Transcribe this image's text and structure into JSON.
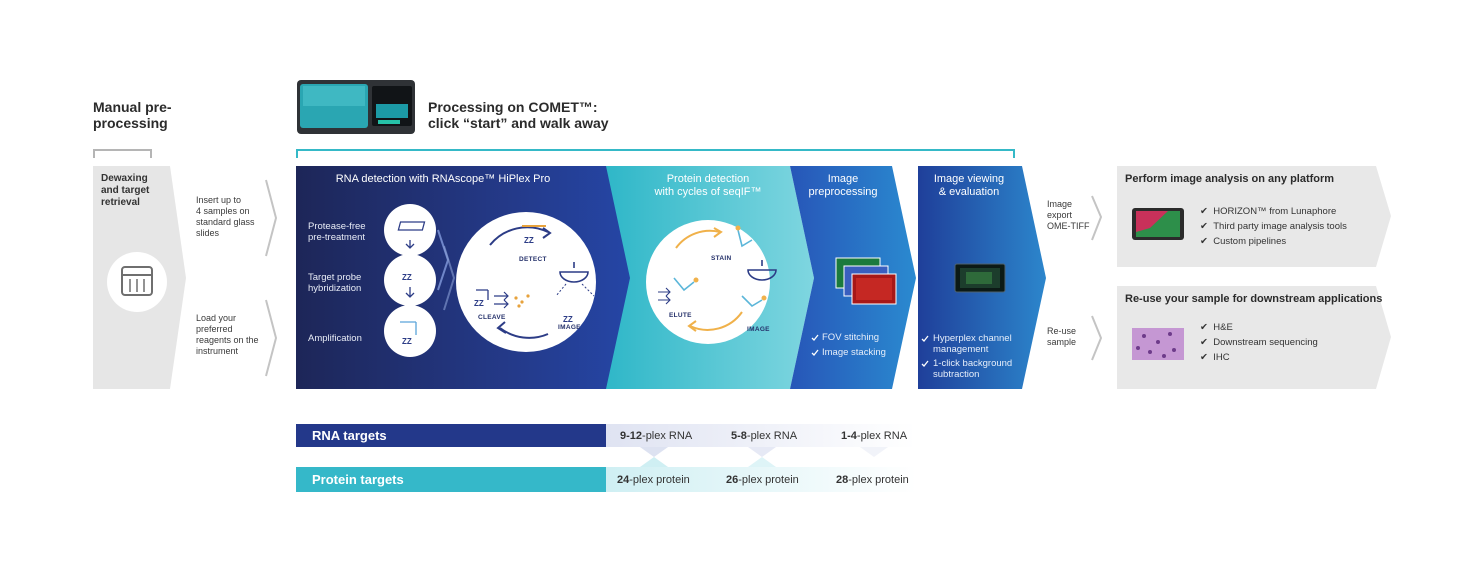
{
  "left_title": "Manual pre-\nprocessing",
  "main_title": "Processing on COMET™:\nclick “start” and walk away",
  "manual": {
    "box_label": "Dewaxing\nand target\nretrieval",
    "insert_text": "Insert up to\n4 samples on\nstandard glass\nslides",
    "load_text": "Load your\npreferred\nreagents on the\ninstrument"
  },
  "rna_panel": {
    "title": "RNA detection with RNAscope™ HiPlex Pro",
    "steps": [
      "Protease-free\npre-treatment",
      "Target probe\nhybridization",
      "Amplification"
    ],
    "cycle": [
      "DETECT",
      "IMAGE",
      "CLEAVE"
    ]
  },
  "protein_panel": {
    "title": "Protein detection\nwith cycles of seqIF™",
    "cycle": [
      "STAIN",
      "IMAGE",
      "ELUTE"
    ]
  },
  "preprocessing": {
    "title": "Image\npreprocessing",
    "items": [
      "FOV stitching",
      "Image stacking"
    ]
  },
  "viewing": {
    "title": "Image viewing\n& evaluation",
    "items": [
      "Hyperplex channel\nmanagement",
      "1-click background\nsubtraction"
    ]
  },
  "export": {
    "image_export": "Image\nexport\nOME-TIFF",
    "reuse": "Re-use\nsample"
  },
  "analysis": {
    "title": "Perform image analysis on any platform",
    "items": [
      "HORIZON™ from Lunaphore",
      "Third party image analysis tools",
      "Custom pipelines"
    ]
  },
  "downstream": {
    "title": "Re-use your sample for downstream applications",
    "items": [
      "H&E",
      "Downstream sequencing",
      "IHC"
    ]
  },
  "rna_targets": {
    "label": "RNA targets",
    "levels": [
      {
        "bold": "9-12",
        "rest": "-plex RNA"
      },
      {
        "bold": "5-8",
        "rest": "-plex RNA"
      },
      {
        "bold": "1-4",
        "rest": "-plex RNA"
      }
    ]
  },
  "protein_targets": {
    "label": "Protein targets",
    "levels": [
      {
        "bold": "24",
        "rest": "-plex protein"
      },
      {
        "bold": "26",
        "rest": "-plex protein"
      },
      {
        "bold": "28",
        "rest": "-plex protein"
      }
    ]
  },
  "colors": {
    "navy": "#1f2b63",
    "blue": "#2746a8",
    "teal": "#2fb8c9",
    "grey": "#e8e8e8"
  },
  "icons": [
    "instrument-image",
    "slide-box-icon",
    "microscope-icon",
    "check-icon"
  ]
}
